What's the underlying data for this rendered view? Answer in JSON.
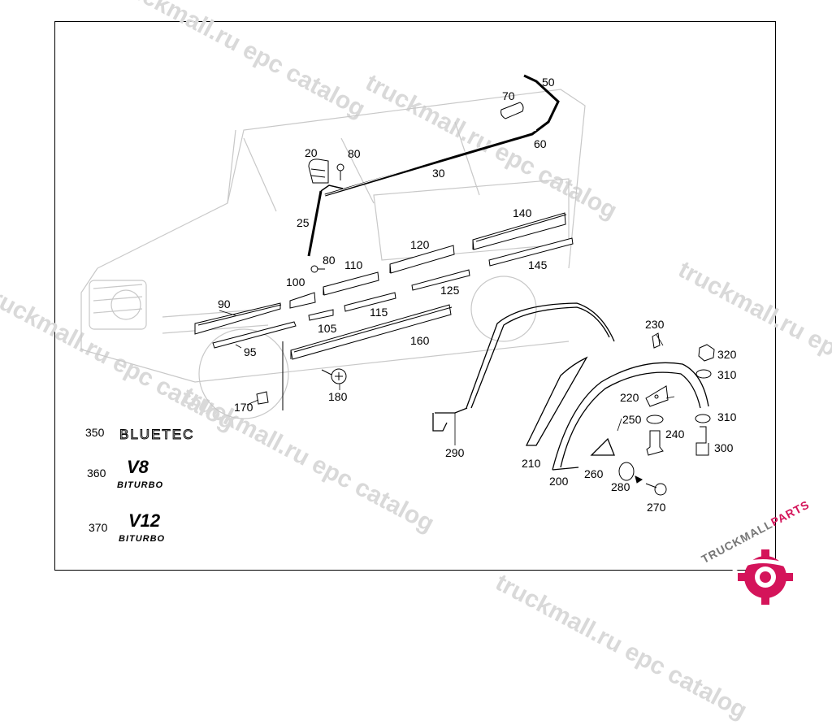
{
  "watermark": {
    "text": "truckmall.ru epc catalog"
  },
  "diagram": {
    "callouts": {
      "c20": "20",
      "c80a": "80",
      "c30": "30",
      "c25": "25",
      "c50": "50",
      "c70": "70",
      "c60": "60",
      "c80b": "80",
      "c90": "90",
      "c95": "95",
      "c100": "100",
      "c105": "105",
      "c110": "110",
      "c115": "115",
      "c120": "120",
      "c125": "125",
      "c140": "140",
      "c145": "145",
      "c160": "160",
      "c170": "170",
      "c180": "180",
      "c200": "200",
      "c210": "210",
      "c220": "220",
      "c230": "230",
      "c240": "240",
      "c250": "250",
      "c260": "260",
      "c270": "270",
      "c280": "280",
      "c290": "290",
      "c300": "300",
      "c310a": "310",
      "c310b": "310",
      "c320": "320",
      "c350": "350",
      "c360": "360",
      "c370": "370"
    },
    "emblems": {
      "bluetec": "BLUETEC",
      "v8": "V8",
      "v8_sub": "BITURBO",
      "v12": "V12",
      "v12_sub": "BITURBO"
    }
  },
  "logo": {
    "part1": "TRUCKMALL",
    "part2": "PARTS",
    "brand_color": "#d4145a"
  }
}
